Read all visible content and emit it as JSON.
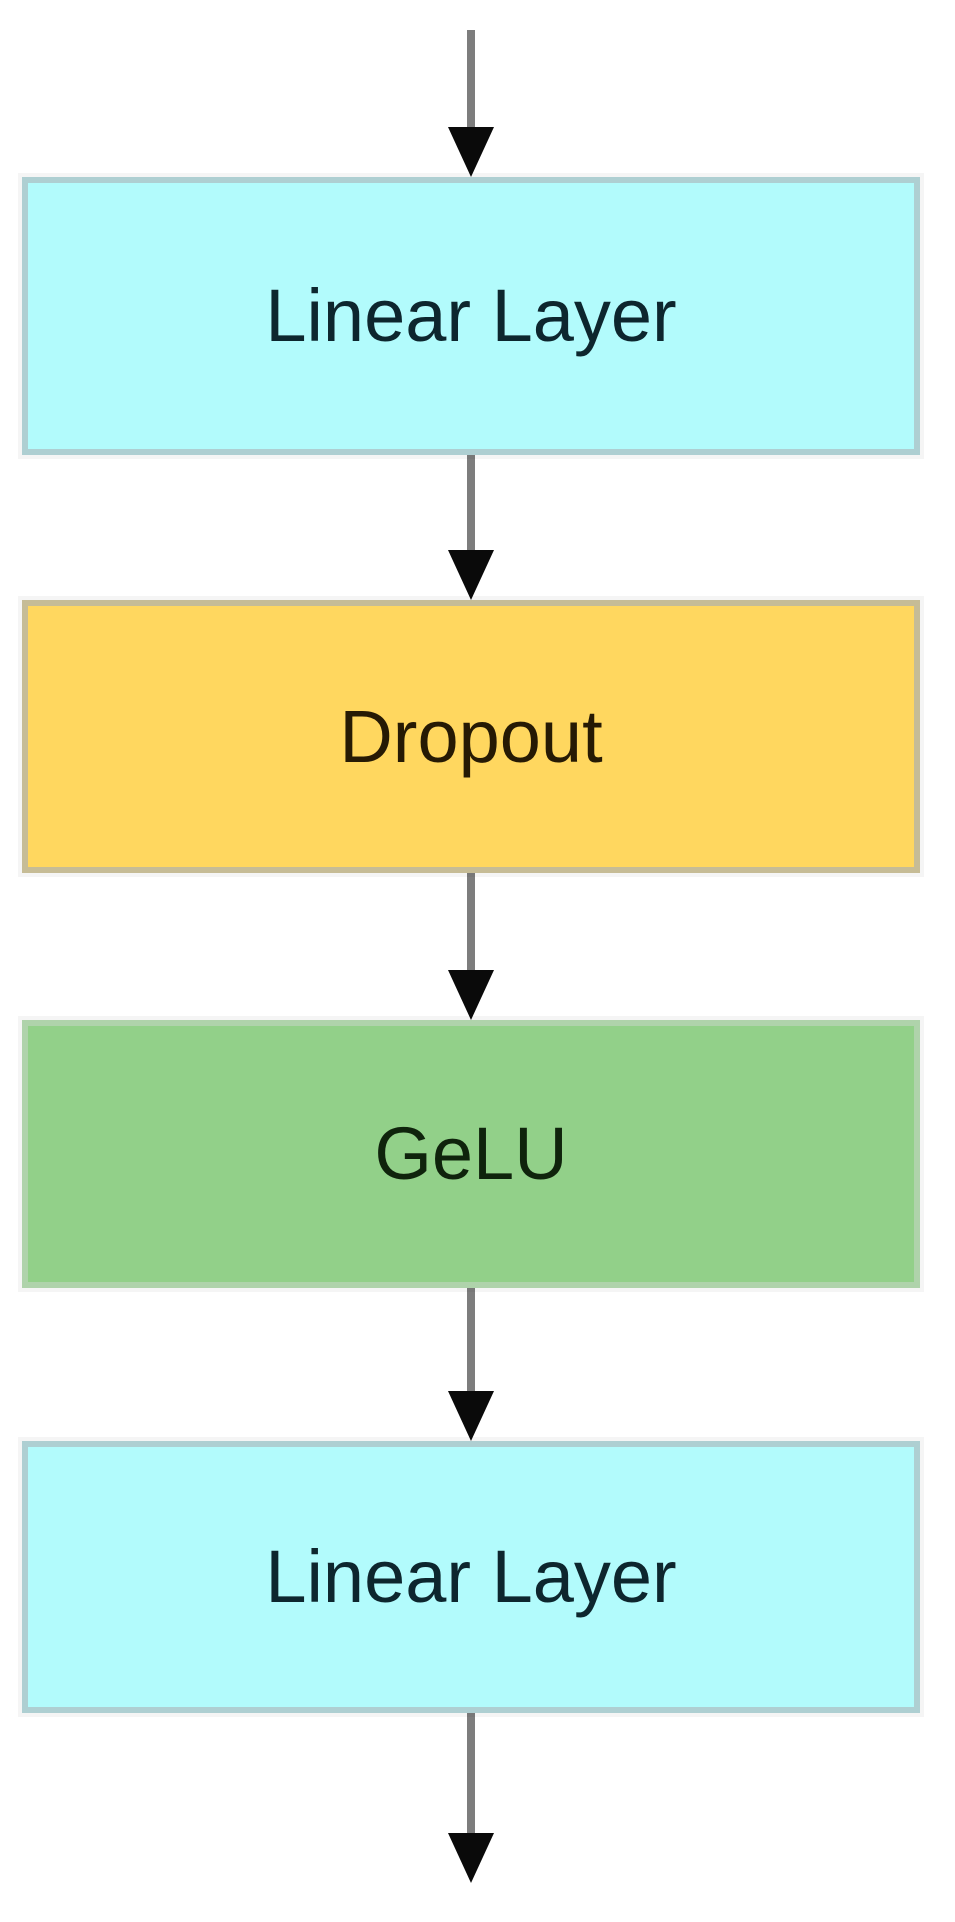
{
  "diagram": {
    "type": "flowchart",
    "direction": "top-to-bottom",
    "nodes": [
      {
        "id": "linear-layer-1",
        "label": "Linear Layer",
        "fill": "#b2fbfc",
        "border": "#aecfd2",
        "text_color": "#0d262e"
      },
      {
        "id": "dropout",
        "label": "Dropout",
        "fill": "#ffd75f",
        "border": "#c6bc96",
        "text_color": "#261a04"
      },
      {
        "id": "gelu",
        "label": "GeLU",
        "fill": "#92d089",
        "border": "#afd3ab",
        "text_color": "#0f230c"
      },
      {
        "id": "linear-layer-2",
        "label": "Linear Layer",
        "fill": "#b2fbfc",
        "border": "#aecfd2",
        "text_color": "#0d262e"
      }
    ],
    "edges": [
      {
        "from": "input",
        "to": "linear-layer-1"
      },
      {
        "from": "linear-layer-1",
        "to": "dropout"
      },
      {
        "from": "dropout",
        "to": "gelu"
      },
      {
        "from": "gelu",
        "to": "linear-layer-2"
      },
      {
        "from": "linear-layer-2",
        "to": "output"
      }
    ],
    "arrow": {
      "shaft_color": "#7d7d7d",
      "head_color": "#0a0a0a"
    },
    "background_color": "#ffffff"
  }
}
